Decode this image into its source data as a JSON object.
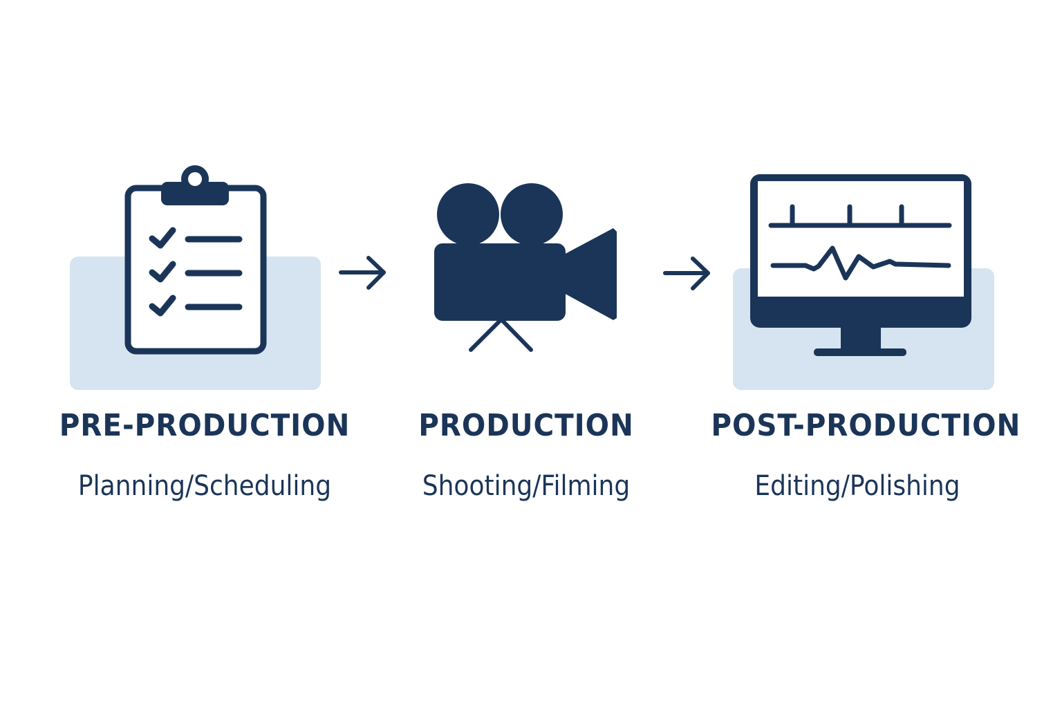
{
  "colors": {
    "primary": "#1b3558",
    "card_background": "#d6e4f1",
    "page_background": "#ffffff"
  },
  "stages": [
    {
      "title": "PRE-PRODUCTION",
      "subtitle": "Planning/Scheduling",
      "icon": "clipboard-checklist-icon"
    },
    {
      "title": "PRODUCTION",
      "subtitle": "Shooting/Filming",
      "icon": "movie-camera-icon"
    },
    {
      "title": "POST-PRODUCTION",
      "subtitle": "Editing/Polishing",
      "icon": "monitor-waveform-icon"
    }
  ],
  "connectors": [
    {
      "icon": "arrow-right-icon"
    },
    {
      "icon": "arrow-right-icon"
    }
  ]
}
